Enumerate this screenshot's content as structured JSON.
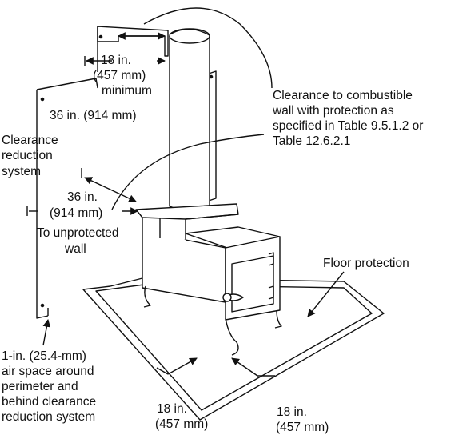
{
  "labels": {
    "top_clearance_1": "18 in.",
    "top_clearance_2": "(457 mm)",
    "top_clearance_3": "minimum",
    "left_clearance": "36 in. (914 mm)",
    "crs_1": "Clearance",
    "crs_2": "reduction",
    "crs_3": "system",
    "side_clearance_1": "36 in.",
    "side_clearance_2": "(914 mm)",
    "unprotected_1": "To unprotected",
    "unprotected_2": "wall",
    "combustible_1": "Clearance to combustible",
    "combustible_2": "wall with protection as",
    "combustible_3": "specified in Table 9.5.1.2 or",
    "combustible_4": "Table 12.6.2.1",
    "floor_protection": "Floor protection",
    "airspace_1": "1-in. (25.4-mm)",
    "airspace_2": "air space around",
    "airspace_3": "perimeter and",
    "airspace_4": "behind clearance",
    "airspace_5": "reduction system",
    "bottom_left_1": "18 in.",
    "bottom_left_2": "(457 mm)",
    "bottom_right_1": "18 in.",
    "bottom_right_2": "(457 mm)"
  }
}
